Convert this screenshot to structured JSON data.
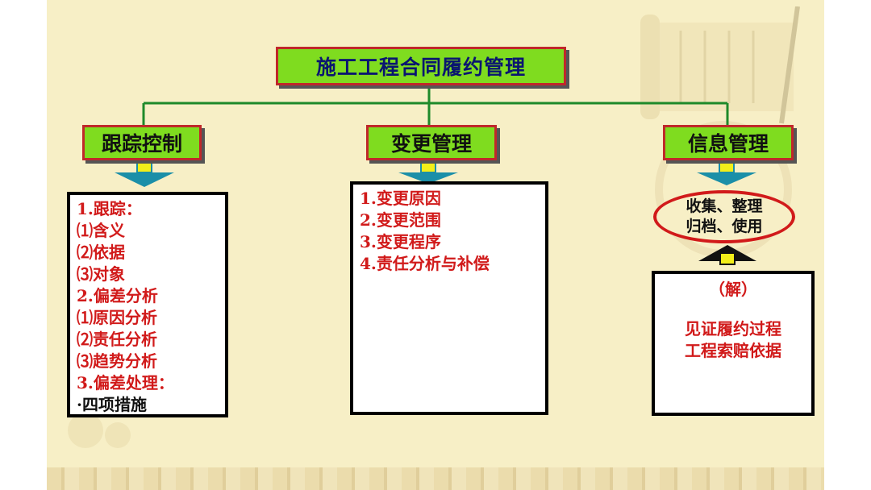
{
  "title": "施工工程合同履约管理",
  "branches": [
    {
      "label": "跟踪控制"
    },
    {
      "label": "变更管理"
    },
    {
      "label": "信息管理"
    }
  ],
  "tracking": [
    {
      "text": "1.跟踪：",
      "color": "red"
    },
    {
      "text": "⑴含义",
      "color": "red"
    },
    {
      "text": "⑵依据",
      "color": "red"
    },
    {
      "text": "⑶对象",
      "color": "red"
    },
    {
      "text": "2.偏差分析",
      "color": "red"
    },
    {
      "text": "⑴原因分析",
      "color": "red"
    },
    {
      "text": "⑵责任分析",
      "color": "red"
    },
    {
      "text": "⑶趋势分析",
      "color": "red"
    },
    {
      "text": "3.偏差处理：",
      "color": "red"
    },
    {
      "text": "·四项措施",
      "color": "black"
    }
  ],
  "change": [
    "1.变更原因",
    "2.变更范围",
    "3.变更程序",
    "4.责任分析与补偿"
  ],
  "info": {
    "ellipse_lines": [
      "收集、整理",
      "归档、使用"
    ],
    "explain_label": "（解）",
    "explain_lines": [
      "见证履约过程",
      "工程索赔依据"
    ]
  }
}
